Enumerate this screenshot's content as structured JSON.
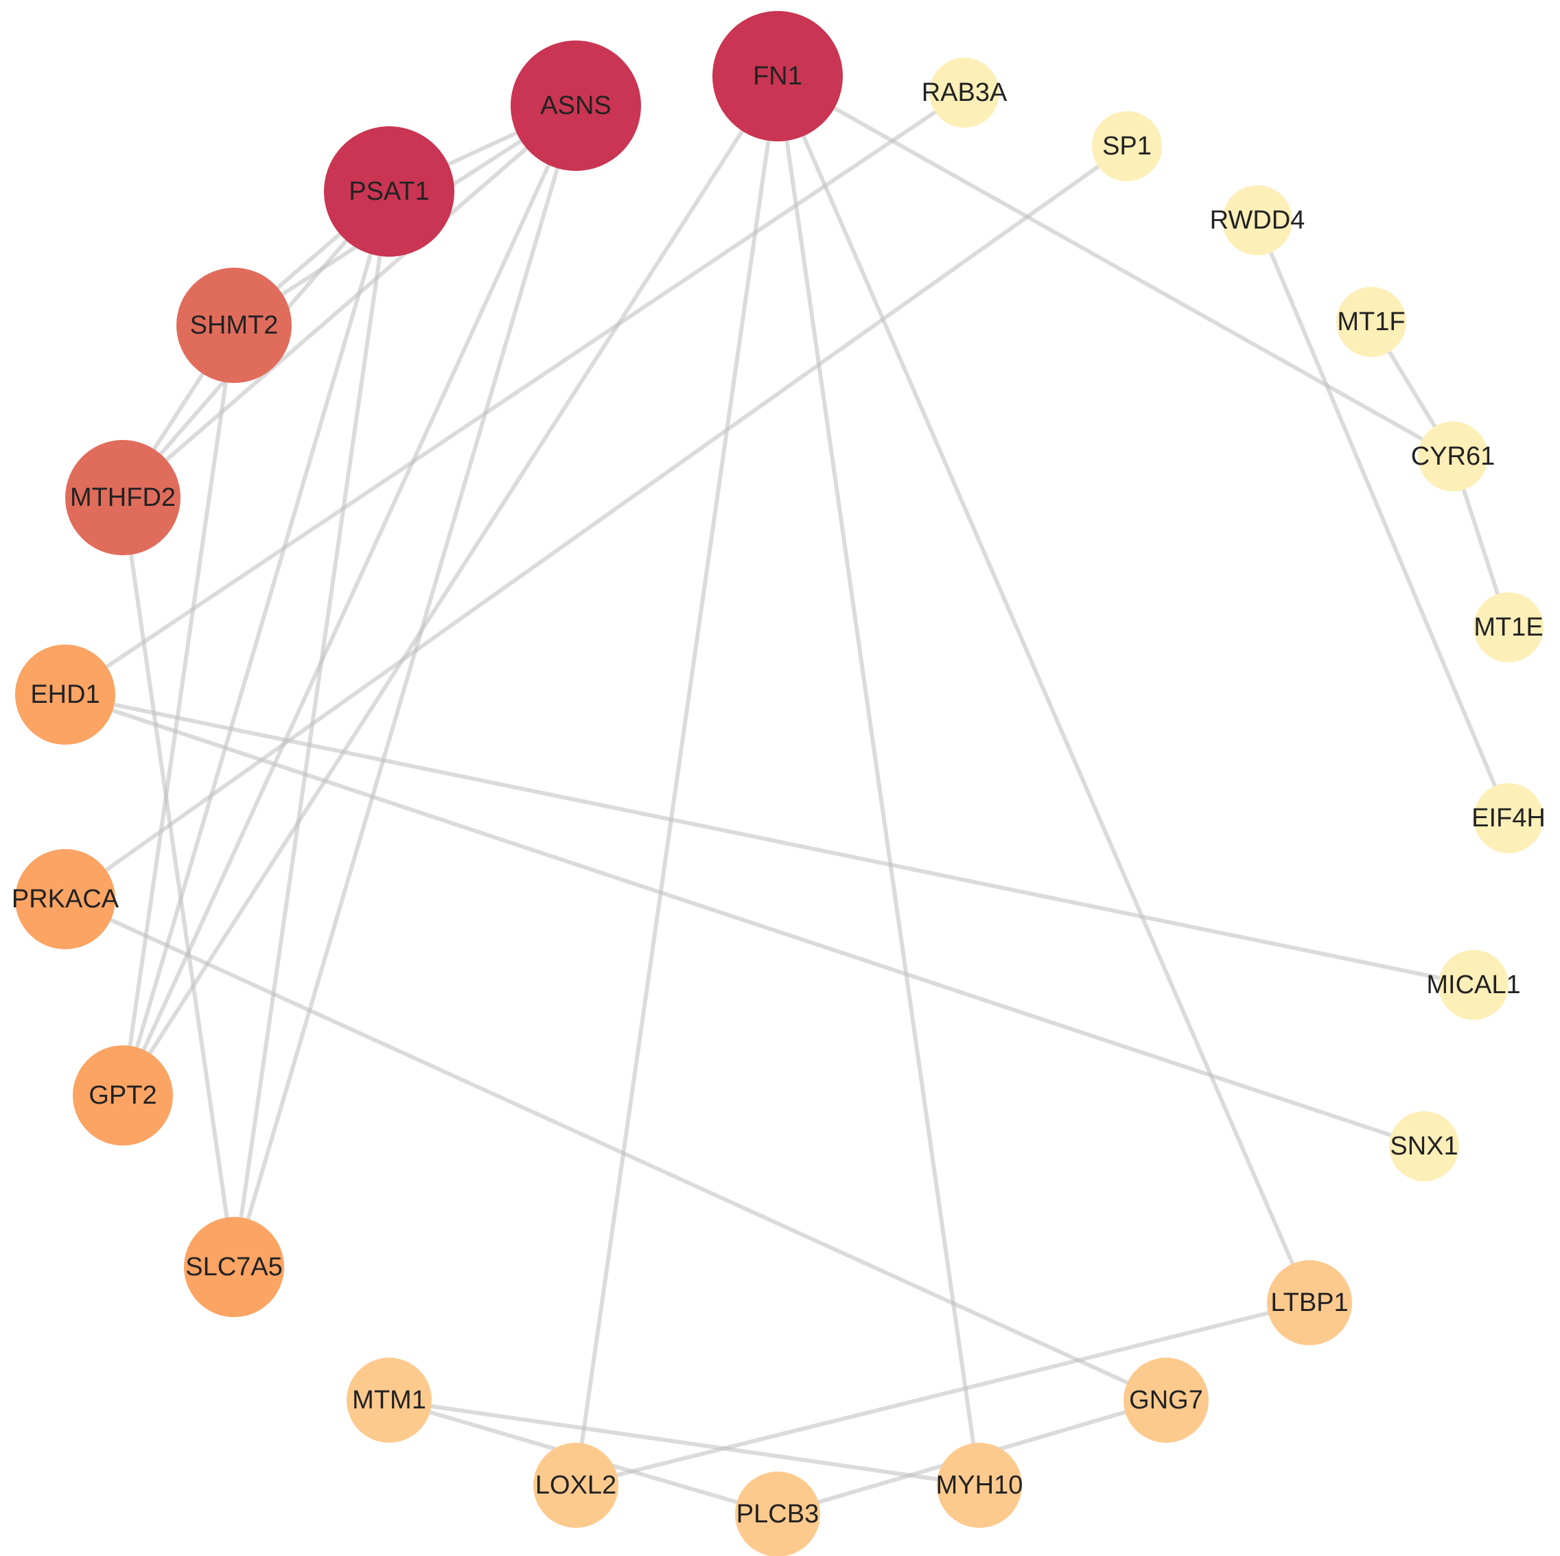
{
  "nodes": [
    {
      "id": "FN1",
      "label": "FN1",
      "color": "#c93552"
    },
    {
      "id": "ASNS",
      "label": "ASNS",
      "color": "#c93552"
    },
    {
      "id": "PSAT1",
      "label": "PSAT1",
      "color": "#c93552"
    },
    {
      "id": "SHMT2",
      "label": "SHMT2",
      "color": "#e06c5c"
    },
    {
      "id": "MTHFD2",
      "label": "MTHFD2",
      "color": "#e06c5c"
    },
    {
      "id": "EHD1",
      "label": "EHD1",
      "color": "#fba464"
    },
    {
      "id": "PRKACA",
      "label": "PRKACA",
      "color": "#fba464"
    },
    {
      "id": "GPT2",
      "label": "GPT2",
      "color": "#fba464"
    },
    {
      "id": "SLC7A5",
      "label": "SLC7A5",
      "color": "#fba464"
    },
    {
      "id": "MTM1",
      "label": "MTM1",
      "color": "#fdca8e"
    },
    {
      "id": "LOXL2",
      "label": "LOXL2",
      "color": "#fdca8e"
    },
    {
      "id": "PLCB3",
      "label": "PLCB3",
      "color": "#fdca8e"
    },
    {
      "id": "MYH10",
      "label": "MYH10",
      "color": "#fdca8e"
    },
    {
      "id": "GNG7",
      "label": "GNG7",
      "color": "#fdca8e"
    },
    {
      "id": "LTBP1",
      "label": "LTBP1",
      "color": "#fdca8e"
    },
    {
      "id": "SNX1",
      "label": "SNX1",
      "color": "#fdefb8"
    },
    {
      "id": "MICAL1",
      "label": "MICAL1",
      "color": "#fdefb8"
    },
    {
      "id": "EIF4H",
      "label": "EIF4H",
      "color": "#fdefb8"
    },
    {
      "id": "MT1E",
      "label": "MT1E",
      "color": "#fdefb8"
    },
    {
      "id": "CYR61",
      "label": "CYR61",
      "color": "#fdefb8"
    },
    {
      "id": "MT1F",
      "label": "MT1F",
      "color": "#fdefb8"
    },
    {
      "id": "RWDD4",
      "label": "RWDD4",
      "color": "#fdefb8"
    },
    {
      "id": "SP1",
      "label": "SP1",
      "color": "#fdefb8"
    },
    {
      "id": "RAB3A",
      "label": "RAB3A",
      "color": "#fdefb8"
    }
  ],
  "edges": [
    [
      "FN1",
      "CYR61"
    ],
    [
      "FN1",
      "LTBP1"
    ],
    [
      "FN1",
      "MYH10"
    ],
    [
      "FN1",
      "LOXL2"
    ],
    [
      "FN1",
      "GPT2"
    ],
    [
      "ASNS",
      "PSAT1"
    ],
    [
      "ASNS",
      "SHMT2"
    ],
    [
      "ASNS",
      "MTHFD2"
    ],
    [
      "ASNS",
      "GPT2"
    ],
    [
      "ASNS",
      "SLC7A5"
    ],
    [
      "PSAT1",
      "SHMT2"
    ],
    [
      "PSAT1",
      "MTHFD2"
    ],
    [
      "PSAT1",
      "GPT2"
    ],
    [
      "PSAT1",
      "SLC7A5"
    ],
    [
      "SHMT2",
      "MTHFD2"
    ],
    [
      "SHMT2",
      "GPT2"
    ],
    [
      "MTHFD2",
      "SLC7A5"
    ],
    [
      "RAB3A",
      "EHD1"
    ],
    [
      "SP1",
      "PRKACA"
    ],
    [
      "EHD1",
      "MICAL1"
    ],
    [
      "EHD1",
      "SNX1"
    ],
    [
      "PRKACA",
      "GNG7"
    ],
    [
      "RWDD4",
      "EIF4H"
    ],
    [
      "MT1F",
      "CYR61"
    ],
    [
      "CYR61",
      "MT1E"
    ],
    [
      "MTM1",
      "PLCB3"
    ],
    [
      "MTM1",
      "MYH10"
    ],
    [
      "GNG7",
      "PLCB3"
    ],
    [
      "LTBP1",
      "LOXL2"
    ]
  ]
}
